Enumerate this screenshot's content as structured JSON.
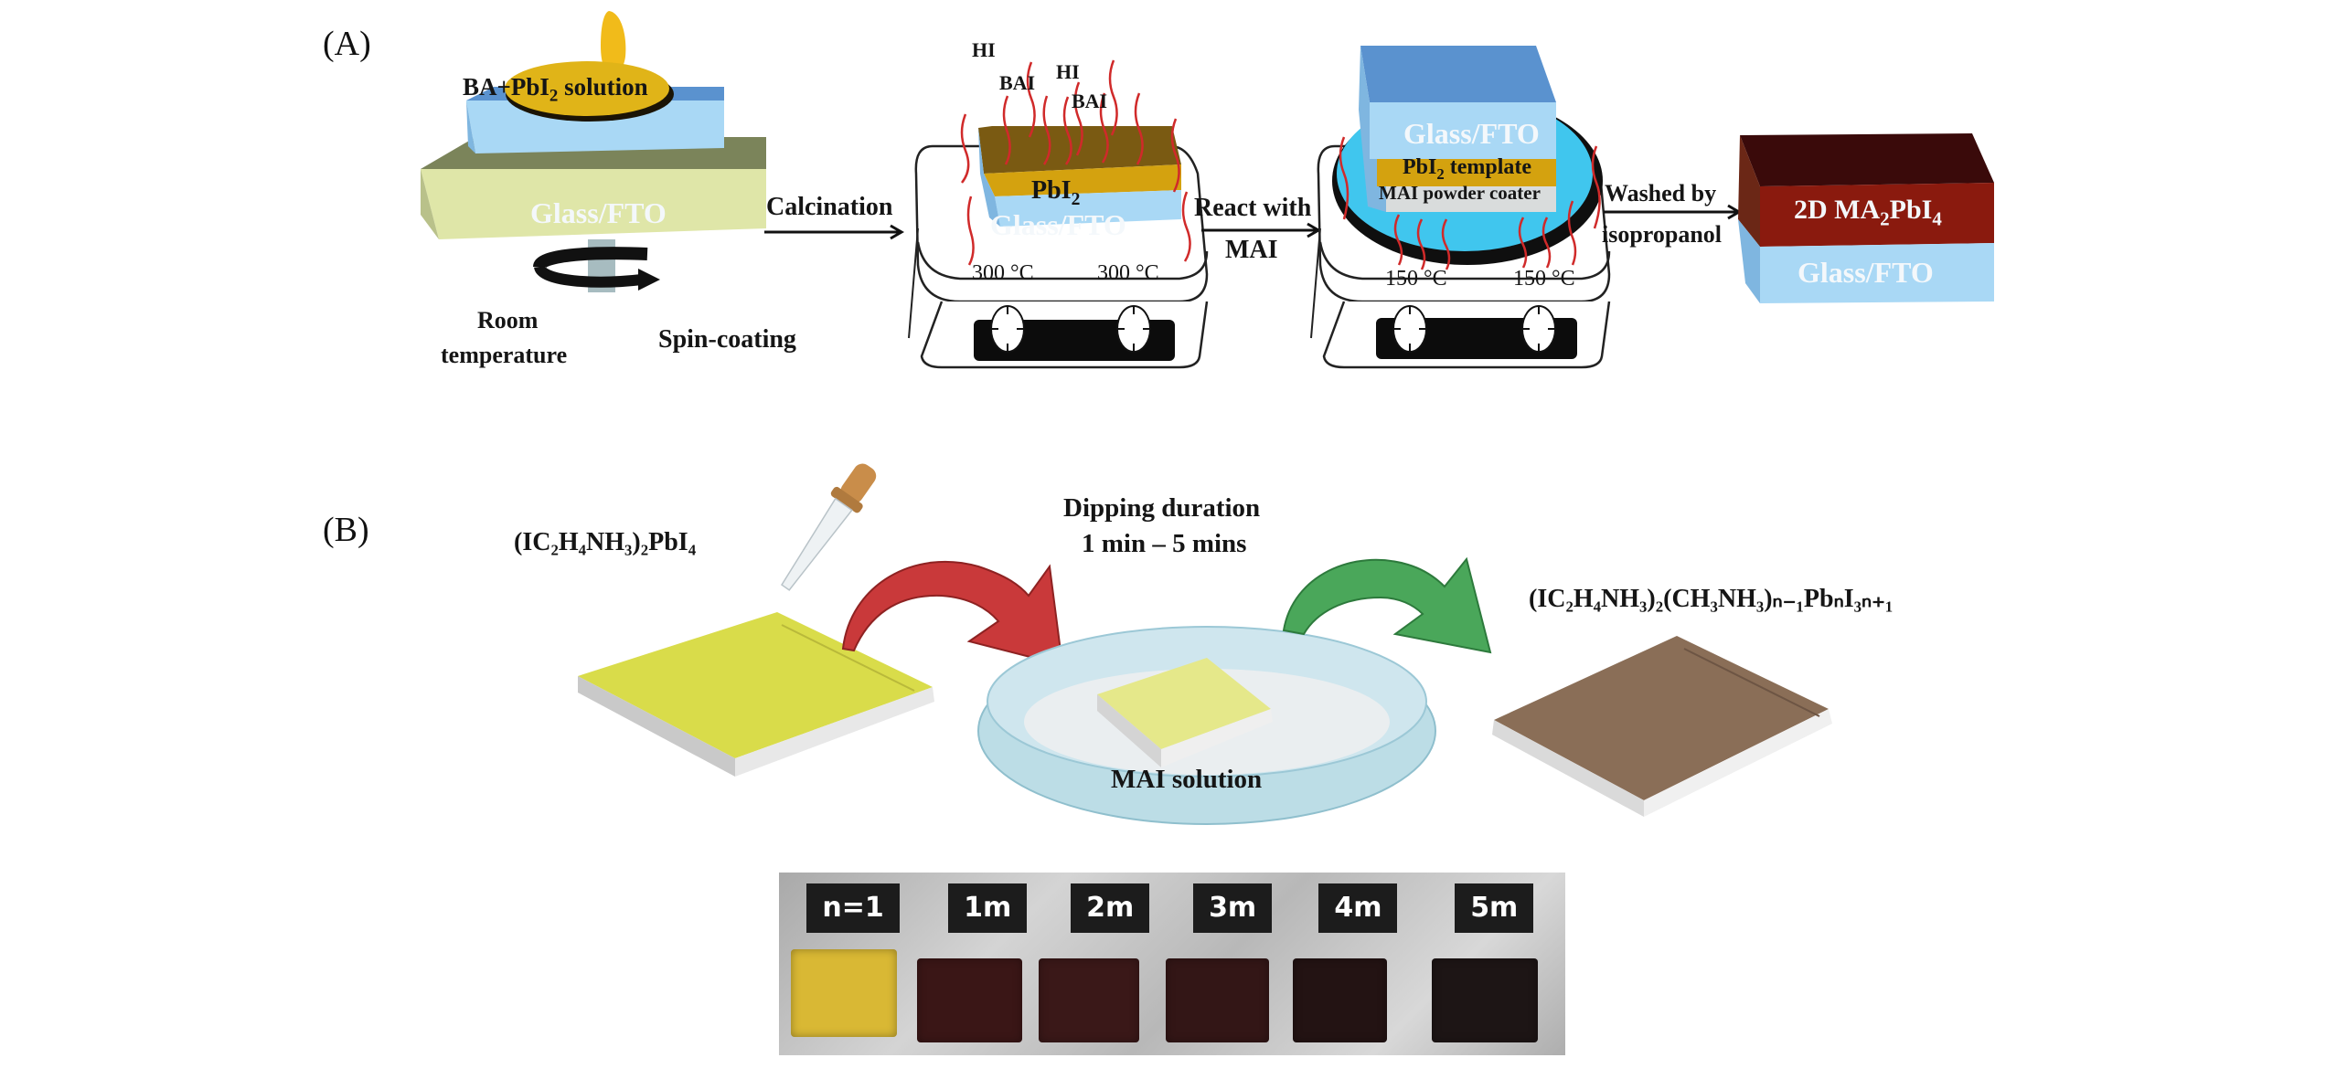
{
  "figure": {
    "panels": [
      {
        "id": "A",
        "label": "(A)"
      },
      {
        "id": "B",
        "label": "(B)"
      }
    ]
  },
  "panel_a": {
    "precursor_label": {
      "main": "BA+PbI",
      "sub": "2",
      "tail": " solution"
    },
    "step1": {
      "substrate_label": "Glass/FTO",
      "condition_line1": "Room",
      "condition_line2": "temperature",
      "process_label": "Spin-coating"
    },
    "arrow1_label": "Calcination",
    "step2": {
      "vapors": [
        "HI",
        "BAI",
        "HI",
        "BAI"
      ],
      "layer_top": {
        "main": "PbI",
        "sub": "2"
      },
      "layer_bottom": "Glass/FTO",
      "temperatures": [
        "300 °C",
        "300 °C"
      ]
    },
    "arrow2_label_line1": "React with",
    "arrow2_label_line2": "MAI",
    "step3": {
      "layer_top": "Glass/FTO",
      "layer_mid": {
        "main": "PbI",
        "sub": "2",
        "tail": " template"
      },
      "layer_bottom": "MAI powder coater",
      "temperatures": [
        "150 °C",
        "150 °C"
      ]
    },
    "arrow3_label_line1": "Washed by",
    "arrow3_label_line2": "isopropanol",
    "step4": {
      "layer_top": {
        "pre": "2D MA",
        "sub1": "2",
        "mid": "PbI",
        "sub2": "4"
      },
      "layer_bottom": "Glass/FTO"
    }
  },
  "panel_b": {
    "precursor_formula": "(IC₂H₄NH₃)₂PbI₄",
    "dipping_line1": "Dipping duration",
    "dipping_line2": "1 min – 5 mins",
    "bath_label": "MAI solution",
    "product_formula": "(IC₂H₄NH₃)₂(CH₃NH₃)ₙ₋₁PbₙI₃ₙ₊₁",
    "photo_samples": [
      {
        "tag": "n=1",
        "color": "#d9b834"
      },
      {
        "tag": "1m",
        "color": "#3a1616"
      },
      {
        "tag": "2m",
        "color": "#3a1818"
      },
      {
        "tag": "3m",
        "color": "#331616"
      },
      {
        "tag": "4m",
        "color": "#231313"
      },
      {
        "tag": "5m",
        "color": "#1d1515"
      }
    ]
  },
  "colors": {
    "glass_fto": "#a9d8f5",
    "glass_fto_top": "#5a92cf",
    "pbi2_gold": "#d4a20f",
    "pbi2_dark": "#7a5a12",
    "perovskite_red": "#8a1a0e",
    "perovskite_dark": "#3a0a0a",
    "spin_base": "#dfe6a8",
    "spin_base_top": "#7b845a",
    "vapor_red": "#d02a2a",
    "dish_blue": "#40c6ee",
    "arrow_red": "#c9393a",
    "arrow_green": "#4aa75a",
    "film_yellow": "#d9dc4a",
    "film_brown": "#8a6e57"
  }
}
